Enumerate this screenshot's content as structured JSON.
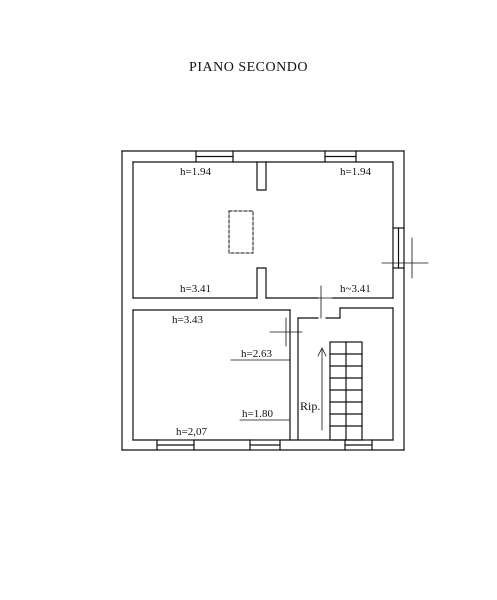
{
  "title": "PIANO SECONDO",
  "labels": {
    "room_nw_height": "h=1.94",
    "room_ne_height": "h=1.94",
    "room_sw_height": "h=3.41",
    "room_se_height": "h~3.41",
    "room_lower_top": "h=3.43",
    "room_lower_mid": "h=2.63",
    "room_lower_inner": "h=1.80",
    "room_lower_bottom": "h=2,07",
    "stair_room": "Rip."
  }
}
